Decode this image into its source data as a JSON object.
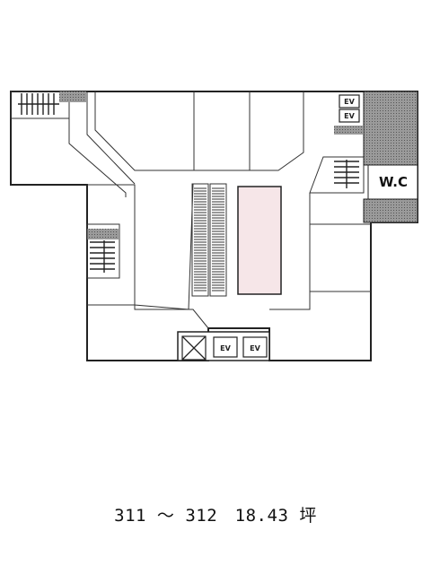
{
  "floorplan": {
    "wc_label": "W.C",
    "ev_label": "EV",
    "highlight_color": "#f6e6e8",
    "core_fill_color": "#8a8a8a"
  },
  "caption": {
    "text": "311 ～ 312　18.43 坪"
  }
}
